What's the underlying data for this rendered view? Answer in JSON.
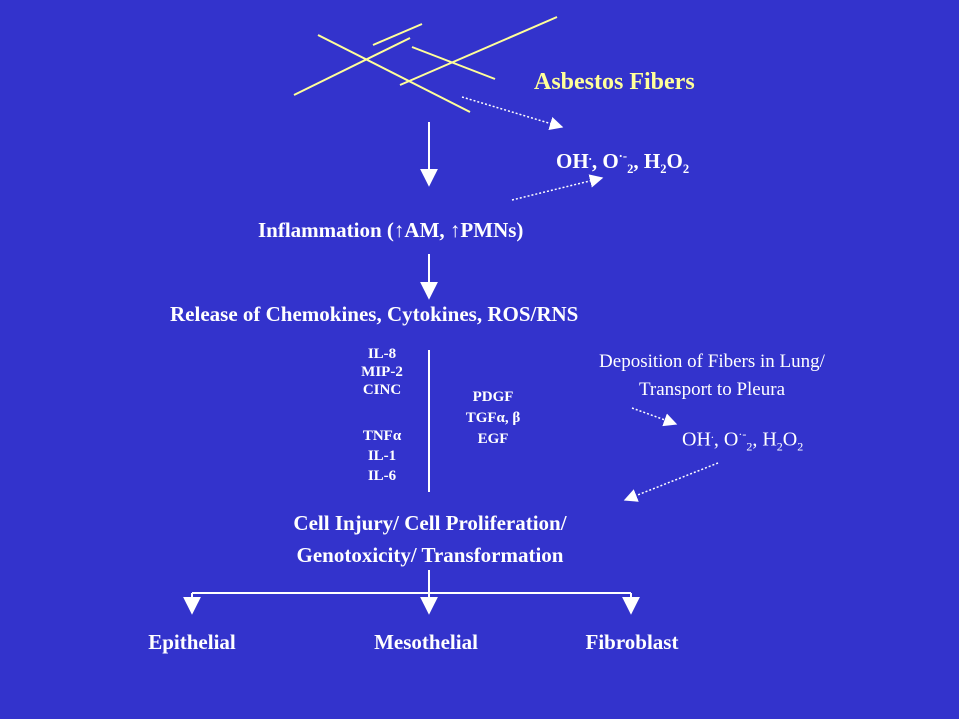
{
  "title": "Asbestos Fibers",
  "ros_top": {
    "a": "OH",
    "b": ".",
    "c": ", O",
    "d": "·-",
    "e": "2",
    "f": ", H",
    "g": "2",
    "h": "O",
    "i": "2"
  },
  "inflammation": {
    "prefix": "Inflammation (",
    "arrow1": "↑",
    "am": "AM, ",
    "arrow2": "↑",
    "pmn": "PMNs)"
  },
  "release": "Release of Chemokines, Cytokines, ROS/RNS",
  "chemokines": [
    "IL-8",
    "MIP-2",
    "CINC"
  ],
  "cytokines": [
    "TNFα",
    "IL-1",
    "IL-6"
  ],
  "growth_factors": [
    "PDGF",
    "TGFα, β",
    "EGF"
  ],
  "deposition": [
    "Deposition of Fibers in Lung/",
    "Transport to Pleura"
  ],
  "ros_right": {
    "a": "OH",
    "b": ".",
    "c": ", O",
    "d": "·-",
    "e": "2",
    "f": ", H",
    "g": "2",
    "h": "O",
    "i": "2"
  },
  "outcome": [
    "Cell Injury/ Cell Proliferation/",
    "Genotoxicity/ Transformation"
  ],
  "cell_types": [
    "Epithelial",
    "Mesothelial",
    "Fibroblast"
  ],
  "colors": {
    "background": "#3333cc",
    "fibers": "#ffff99",
    "text": "#ffffff"
  }
}
